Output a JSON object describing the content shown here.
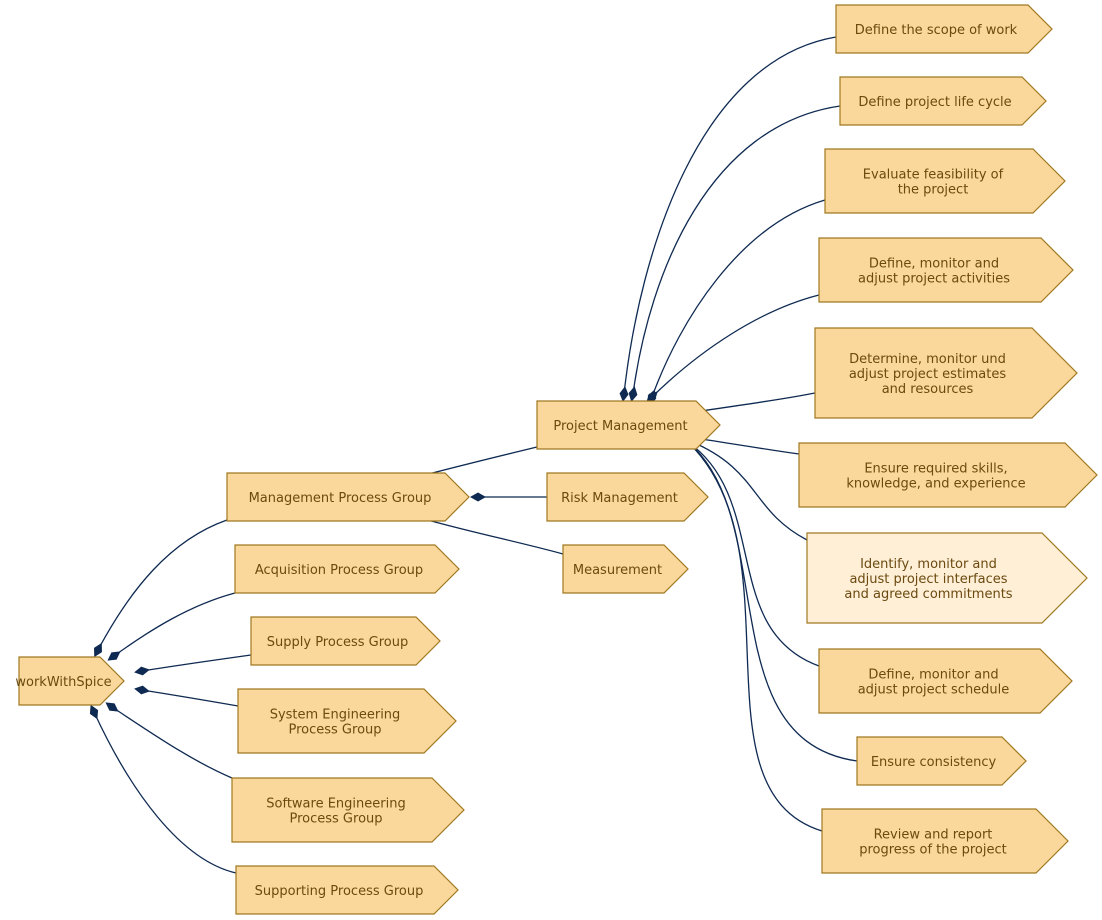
{
  "colors": {
    "node_fill": "#fad89c",
    "node_fill_highlight": "#feefd6",
    "node_stroke": "#a07820",
    "node_text": "#6b4a10",
    "edge": "#0f2a52"
  },
  "nodes": {
    "root": {
      "lines": [
        "workWithSpice"
      ]
    },
    "management": {
      "lines": [
        "Management Process Group"
      ]
    },
    "acquisition": {
      "lines": [
        "Acquisition Process Group"
      ]
    },
    "supply": {
      "lines": [
        "Supply Process Group"
      ]
    },
    "system_eng": {
      "lines": [
        "System Engineering",
        "Process Group"
      ]
    },
    "software_eng": {
      "lines": [
        "Software Engineering",
        "Process Group"
      ]
    },
    "supporting": {
      "lines": [
        "Supporting Process Group"
      ]
    },
    "project_mgmt": {
      "lines": [
        "Project Management"
      ]
    },
    "risk_mgmt": {
      "lines": [
        "Risk Management"
      ]
    },
    "measurement": {
      "lines": [
        "Measurement"
      ]
    },
    "scope": {
      "lines": [
        "Define the scope of work"
      ]
    },
    "life_cycle": {
      "lines": [
        "Define project life cycle"
      ]
    },
    "feasibility": {
      "lines": [
        "Evaluate feasibility of",
        "the project"
      ]
    },
    "activities": {
      "lines": [
        "Define, monitor and",
        "adjust project activities"
      ]
    },
    "estimates": {
      "lines": [
        "Determine, monitor und",
        "adjust project estimates",
        "and resources"
      ]
    },
    "skills": {
      "lines": [
        "Ensure required skills,",
        "knowledge, and experience"
      ]
    },
    "interfaces": {
      "lines": [
        "Identify, monitor and",
        "adjust project interfaces",
        "and agreed commitments"
      ],
      "highlighted": true
    },
    "schedule": {
      "lines": [
        "Define, monitor and",
        "adjust project schedule"
      ]
    },
    "consistency": {
      "lines": [
        "Ensure consistency"
      ]
    },
    "review": {
      "lines": [
        "Review and report",
        "progress of the project"
      ]
    }
  },
  "edges": [
    {
      "from": "root",
      "to": "management"
    },
    {
      "from": "root",
      "to": "acquisition"
    },
    {
      "from": "root",
      "to": "supply"
    },
    {
      "from": "root",
      "to": "system_eng"
    },
    {
      "from": "root",
      "to": "software_eng"
    },
    {
      "from": "root",
      "to": "supporting"
    },
    {
      "from": "management",
      "to": "project_mgmt"
    },
    {
      "from": "management",
      "to": "risk_mgmt"
    },
    {
      "from": "management",
      "to": "measurement"
    },
    {
      "from": "project_mgmt",
      "to": "scope"
    },
    {
      "from": "project_mgmt",
      "to": "life_cycle"
    },
    {
      "from": "project_mgmt",
      "to": "feasibility"
    },
    {
      "from": "project_mgmt",
      "to": "activities"
    },
    {
      "from": "project_mgmt",
      "to": "estimates"
    },
    {
      "from": "project_mgmt",
      "to": "skills"
    },
    {
      "from": "project_mgmt",
      "to": "interfaces"
    },
    {
      "from": "project_mgmt",
      "to": "schedule"
    },
    {
      "from": "project_mgmt",
      "to": "consistency"
    },
    {
      "from": "project_mgmt",
      "to": "review"
    }
  ]
}
